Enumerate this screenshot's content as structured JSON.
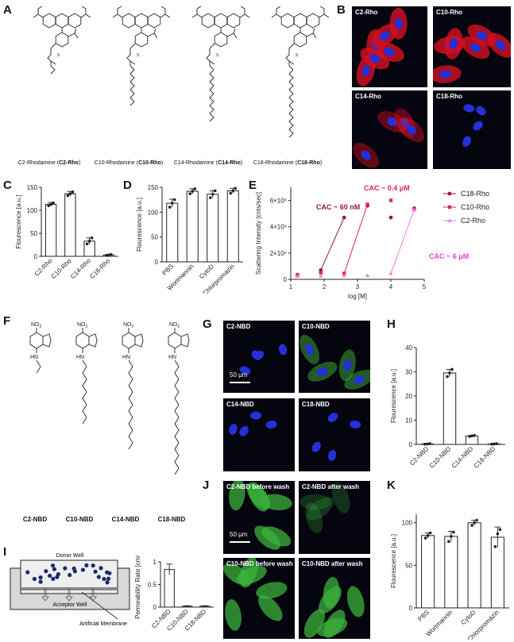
{
  "panels": {
    "A": "A",
    "B": "B",
    "C": "C",
    "D": "D",
    "E": "E",
    "F": "F",
    "G": "G",
    "H": "H",
    "I": "I",
    "J": "J",
    "K": "K"
  },
  "panelA": {
    "compounds": [
      {
        "prefix": "C2-Rhodamine (",
        "code": "C2-Rho",
        "suffix": ")",
        "chain": 2
      },
      {
        "prefix": "C10-Rhodamine (",
        "code": "C10-Rho",
        "suffix": ")",
        "chain": 10
      },
      {
        "prefix": "C14-Rhodamine (",
        "code": "C14-Rho",
        "suffix": ")",
        "chain": 14
      },
      {
        "prefix": "C18-Rhodamine (",
        "code": "C18-Rho",
        "suffix": ")",
        "chain": 18
      }
    ]
  },
  "panelB": {
    "images": [
      "C2-Rho",
      "C10-Rho",
      "C14-Rho",
      "C18-Rho"
    ]
  },
  "panelF": {
    "group_no2": "NO",
    "group_no2_sub": "2",
    "group_nh": "HN",
    "compounds": [
      "C2-NBD",
      "C10-NBD",
      "C14-NBD",
      "C18-NBD"
    ]
  },
  "panelG": {
    "images": [
      "C2-NBD",
      "C10-NBD",
      "C14-NBD",
      "C18-NBD"
    ],
    "scalebar": "50 μm"
  },
  "panelJ": {
    "images": [
      "C2-NBD before wash",
      "C2-NBD after wash",
      "C10-NBD before wash",
      "C10-NBD after wash"
    ],
    "scalebar": "50 μm"
  },
  "panelI": {
    "donor": "Donor Well",
    "acceptor": "Acceptor Well",
    "membrane": "Artificial Membrane"
  },
  "chart_data": [
    {
      "id": "C",
      "type": "bar",
      "categories": [
        "C2-Rho",
        "C10-Rho",
        "C14-Rho",
        "C18-Rho"
      ],
      "values": [
        113,
        136,
        33,
        3
      ],
      "errors": [
        4,
        5,
        7,
        1
      ],
      "points": [
        [
          110,
          113,
          116
        ],
        [
          132,
          136,
          140
        ],
        [
          27,
          33,
          40
        ],
        [
          2,
          3,
          4
        ]
      ],
      "ylabel": "Flourescence [a.u.]",
      "ylim": [
        0,
        150
      ],
      "yticks": [
        0,
        50,
        100,
        150
      ]
    },
    {
      "id": "D",
      "type": "bar",
      "categories": [
        "PBS",
        "Wortmannin",
        "CytoD",
        "Chlorpromazin"
      ],
      "values": [
        118,
        142,
        136,
        143
      ],
      "errors": [
        8,
        5,
        7,
        5
      ],
      "points": [
        [
          110,
          118,
          125
        ],
        [
          137,
          142,
          147
        ],
        [
          129,
          136,
          143
        ],
        [
          138,
          143,
          148
        ]
      ],
      "ylabel": "Flourescence [a.u.]",
      "ylim": [
        0,
        150
      ],
      "yticks": [
        0,
        50,
        100,
        150
      ]
    },
    {
      "id": "E",
      "type": "line",
      "xlabel": "log [M]",
      "ylabel": "Scattering Intensity [cnts/sec]",
      "xlim": [
        1,
        5
      ],
      "ylim": [
        0,
        7000000
      ],
      "xticks": [
        1,
        2,
        3,
        4,
        5
      ],
      "yticks": [
        0,
        2000000,
        4000000,
        6000000
      ],
      "yticklabels": [
        "0",
        "2×10⁶",
        "4×10⁶",
        "6×10⁶"
      ],
      "series": [
        {
          "name": "C18-Rho",
          "color": "#9b1b30",
          "marker": "circle",
          "x": [
            1.2,
            1.9,
            2.6,
            3.3,
            4.0,
            4.7
          ],
          "y": [
            350000,
            700000,
            4700000,
            5600000,
            4700000,
            5400000
          ],
          "fit": [
            [
              1.9,
              700000
            ],
            [
              2.6,
              4700000
            ]
          ]
        },
        {
          "name": "C10-Rho",
          "color": "#e0236d",
          "marker": "square",
          "x": [
            1.2,
            1.9,
            2.6,
            3.3,
            4.0,
            4.7
          ],
          "y": [
            300000,
            500000,
            450000,
            5700000,
            6000000,
            5300000
          ],
          "fit": [
            [
              2.6,
              450000
            ],
            [
              3.3,
              5700000
            ]
          ]
        },
        {
          "name": "C2-Rho",
          "color": "#f27ae6",
          "marker": "triangle",
          "x": [
            1.2,
            1.9,
            2.6,
            3.3,
            4.0,
            4.7
          ],
          "y": [
            250000,
            250000,
            300000,
            300000,
            450000,
            5300000
          ],
          "fit": [
            [
              4.0,
              450000
            ],
            [
              4.7,
              5300000
            ]
          ]
        }
      ],
      "annotations": [
        {
          "text": "CAC ~ 60 nM",
          "color": "#9b1b30"
        },
        {
          "text": "CAC ~ 0.4 μM",
          "color": "#e0236d"
        },
        {
          "text": "CAC ~ 6 μM",
          "color": "#ea3ad6"
        }
      ]
    },
    {
      "id": "H",
      "type": "bar",
      "categories": [
        "C2-NBD",
        "C10-NBD",
        "C14-NBD",
        "C18-NBD"
      ],
      "values": [
        0.2,
        29.5,
        3.5,
        0.2
      ],
      "errors": [
        0.1,
        1.5,
        0.2,
        0.1
      ],
      "points": [
        [
          0.1,
          0.2,
          0.3
        ],
        [
          28,
          29.5,
          31
        ],
        [
          3.3,
          3.5,
          3.7
        ],
        [
          0.1,
          0.2,
          0.3
        ]
      ],
      "ylabel": "Flourescence [a.u.]",
      "ylim": [
        0,
        40
      ],
      "yticks": [
        0,
        10,
        20,
        30,
        40
      ]
    },
    {
      "id": "I",
      "type": "bar",
      "categories": [
        "C2-NBD",
        "C10-NBD",
        "C18-NBD"
      ],
      "values": [
        0.83,
        0.02,
        0.02
      ],
      "errors": [
        0.12,
        0.01,
        0.01
      ],
      "points": [],
      "ylabel": "Permeability Rate [cm/s]",
      "ylim": [
        0,
        1.0
      ],
      "yticks": [
        0.0,
        0.5,
        1.0
      ]
    },
    {
      "id": "K",
      "type": "bar",
      "categories": [
        "PBS",
        "Wortmannin",
        "CytoD",
        "Chlorpromazin"
      ],
      "values": [
        85,
        84,
        100,
        83
      ],
      "errors": [
        3,
        6,
        3,
        12
      ],
      "points": [
        [
          82,
          85,
          88
        ],
        [
          78,
          84,
          89
        ],
        [
          97,
          100,
          103
        ],
        [
          72,
          87,
          92
        ]
      ],
      "ylabel": "Flourescence [a.u.]",
      "ylim": [
        0,
        110
      ],
      "yticks": [
        0,
        50,
        100
      ]
    }
  ]
}
